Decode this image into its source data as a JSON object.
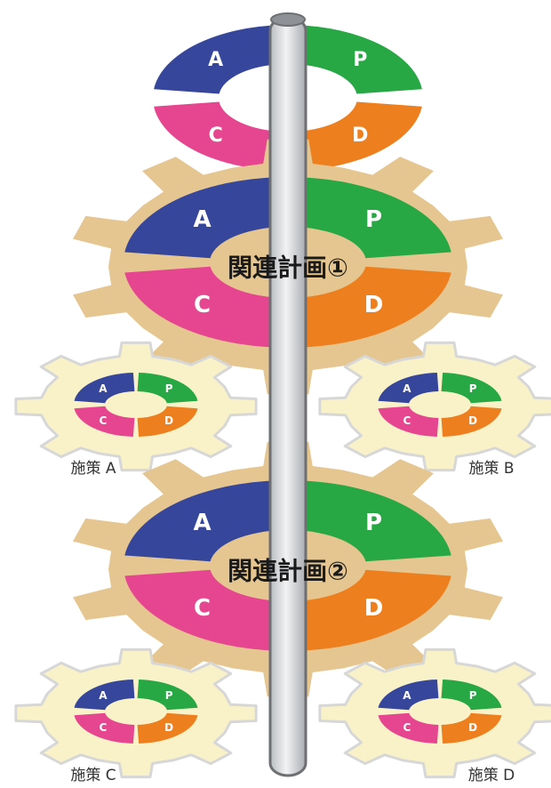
{
  "colors": {
    "plan": "#27a844",
    "do": "#ee7f1f",
    "check": "#e6468f",
    "act": "#36479b",
    "gear_large": "#e6c690",
    "gear_small": "#f9f2c8",
    "gear_small_outline": "#d7d7d7",
    "pole": "#d4d6d9",
    "pole_outline": "#6d6f72"
  },
  "letters": {
    "plan": "P",
    "do": "D",
    "check": "C",
    "act": "A"
  },
  "diagram": {
    "top_cycle": {
      "label": ""
    },
    "plan_1": {
      "label": "関連計画①"
    },
    "plan_2": {
      "label": "関連計画②"
    },
    "measures": [
      {
        "label": "施策 A"
      },
      {
        "label": "施策 B"
      },
      {
        "label": "施策 C"
      },
      {
        "label": "施策 D"
      }
    ]
  }
}
